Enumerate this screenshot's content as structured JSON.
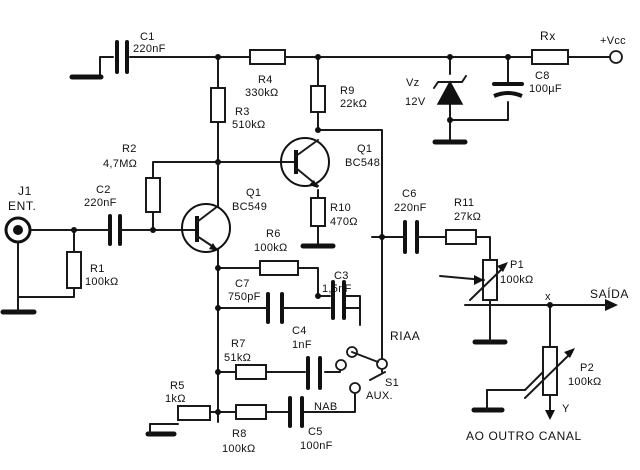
{
  "labels": {
    "c1": [
      "C1",
      "220nF"
    ],
    "r4": [
      "R4",
      "330kΩ"
    ],
    "r9": [
      "R9",
      "22kΩ"
    ],
    "rx": [
      "Rx"
    ],
    "vcc": [
      "+Vcc"
    ],
    "c8": [
      "C8",
      "100µF"
    ],
    "vz": [
      "Vz",
      "12V"
    ],
    "r3": [
      "R3",
      "510kΩ"
    ],
    "r2": [
      "R2",
      "4,7MΩ"
    ],
    "q_bc548": [
      "Q1",
      "BC548"
    ],
    "q_bc549": [
      "Q1",
      "BC549"
    ],
    "r10": [
      "R10",
      "470Ω"
    ],
    "j1": [
      "J1",
      "ENT."
    ],
    "c2": [
      "C2",
      "220nF"
    ],
    "r1": [
      "R1",
      "100kΩ"
    ],
    "r6": [
      "R6",
      "100kΩ"
    ],
    "c6": [
      "C6",
      "220nF"
    ],
    "r11": [
      "R11",
      "27kΩ"
    ],
    "c7": [
      "C7",
      "750pF"
    ],
    "c3": [
      "C3",
      "1,5nF"
    ],
    "p1": [
      "P1",
      "100kΩ"
    ],
    "saida": [
      "SAÍDA"
    ],
    "node_x": [
      "x"
    ],
    "c4": [
      "C4",
      "1nF"
    ],
    "riaa": [
      "RIAA"
    ],
    "r7": [
      "R7",
      "51kΩ"
    ],
    "s1": [
      "S1"
    ],
    "p2": [
      "P2",
      "100kΩ"
    ],
    "nab": [
      "NAB"
    ],
    "aux": [
      "AUX."
    ],
    "r5": [
      "R5",
      "1kΩ"
    ],
    "node_y": [
      "Y"
    ],
    "r8": [
      "R8",
      "100kΩ"
    ],
    "c5": [
      "C5",
      "100nF"
    ],
    "outro": [
      "AO OUTRO CANAL"
    ]
  }
}
